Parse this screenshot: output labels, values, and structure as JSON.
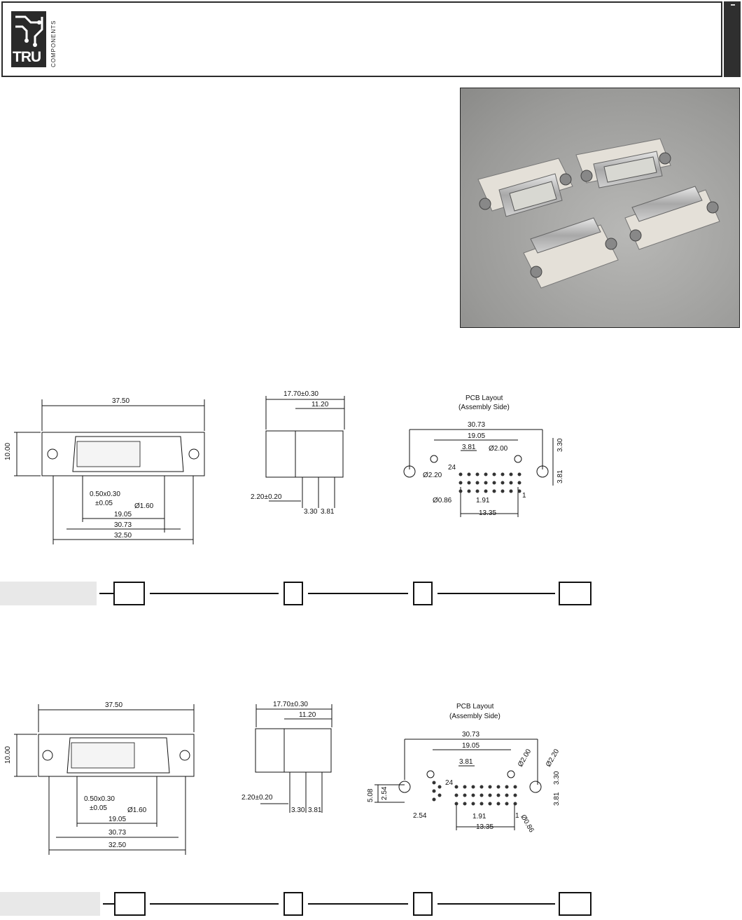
{
  "brand": {
    "logo_text": "TRU",
    "logo_sub": "COMPONENTS"
  },
  "drawing1": {
    "front": {
      "width": "37.50",
      "height": "10.00",
      "pin": "0.50x0.30",
      "pin_tol": "±0.05",
      "hole": "Ø1.60",
      "d1": "19.05",
      "d2": "30.73",
      "d3": "32.50"
    },
    "side": {
      "depth": "17.70±0.30",
      "depth2": "11.20",
      "offset": "2.20±0.20",
      "pitch1": "3.30",
      "pitch2": "3.81"
    },
    "pcb": {
      "title": "PCB Layout",
      "subtitle": "(Assembly Side)",
      "d1": "30.73",
      "d2": "19.05",
      "d3": "3.81",
      "hole_a": "Ø2.00",
      "hole_b": "Ø2.20",
      "d_right": "3.30",
      "d_right2": "3.81",
      "pin24": "24",
      "pin1": "1",
      "hole_c": "Ø0.86",
      "d_pitch": "1.91",
      "d_width": "13.35"
    }
  },
  "drawing2": {
    "front": {
      "width": "37.50",
      "height": "10.00",
      "pin": "0.50x0.30",
      "pin_tol": "±0.05",
      "hole": "Ø1.60",
      "d1": "19.05",
      "d2": "30.73",
      "d3": "32.50"
    },
    "side": {
      "depth": "17.70±0.30",
      "depth2": "11.20",
      "offset": "2.20±0.20",
      "pitch1": "3.30",
      "pitch2": "3.81"
    },
    "pcb": {
      "title": "PCB Layout",
      "subtitle": "(Assembly Side)",
      "d1": "30.73",
      "d2": "19.05",
      "d3": "3.81",
      "hole_a": "Ø2.00",
      "hole_b": "Ø2.20",
      "d_right": "3.30",
      "d_right2": "3.81",
      "pin24": "24",
      "pin1": "1",
      "hole_c": "Ø0.86",
      "d_pitch": "1.91",
      "d_width": "13.35",
      "d_left1": "5.08",
      "d_left2": "2.54",
      "d_left3": "2.54"
    }
  }
}
